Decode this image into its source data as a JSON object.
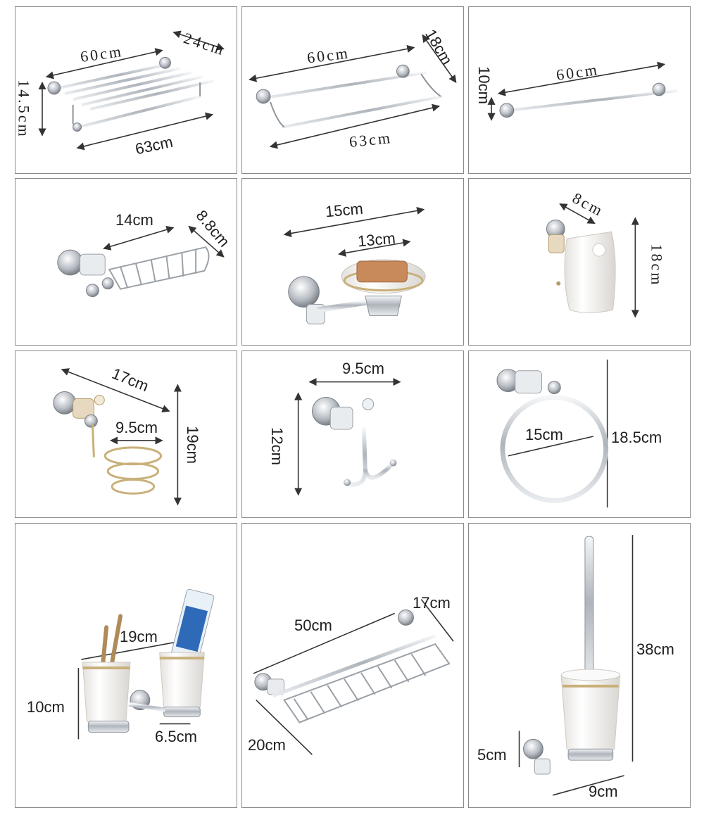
{
  "products": [
    {
      "name": "towel-rack-shelf",
      "labels": {
        "a": "60cm",
        "b": "24cm",
        "c": "14.5cm",
        "d": "63cm"
      }
    },
    {
      "name": "double-towel-bar",
      "labels": {
        "a": "60cm",
        "b": "18cm",
        "c": "63cm"
      }
    },
    {
      "name": "single-towel-bar",
      "labels": {
        "a": "60cm",
        "b": "10cm"
      }
    },
    {
      "name": "wire-soap-basket",
      "labels": {
        "a": "14cm",
        "b": "8.8cm"
      }
    },
    {
      "name": "ceramic-soap-dish",
      "labels": {
        "a": "15cm",
        "b": "13cm"
      }
    },
    {
      "name": "toilet-paper-holder",
      "labels": {
        "a": "8cm",
        "b": "18cm"
      }
    },
    {
      "name": "hair-dryer-holder",
      "labels": {
        "a": "17cm",
        "b": "9.5cm",
        "c": "19cm"
      }
    },
    {
      "name": "robe-hook",
      "labels": {
        "a": "9.5cm",
        "b": "12cm"
      }
    },
    {
      "name": "towel-ring",
      "labels": {
        "a": "15cm",
        "b": "18.5cm"
      }
    },
    {
      "name": "double-tumbler-holder",
      "labels": {
        "a": "19cm",
        "b": "10cm",
        "c": "6.5cm"
      }
    },
    {
      "name": "shower-basket",
      "labels": {
        "a": "50cm",
        "b": "17cm",
        "c": "20cm"
      }
    },
    {
      "name": "toilet-brush-holder",
      "labels": {
        "a": "38cm",
        "b": "5cm",
        "c": "9cm"
      }
    }
  ],
  "colors": {
    "chrome": "#c9cdd2",
    "chrome_dark": "#8e949b",
    "ceramic": "#f6f4f1",
    "gold": "#c9b07a",
    "line": "#333333"
  }
}
